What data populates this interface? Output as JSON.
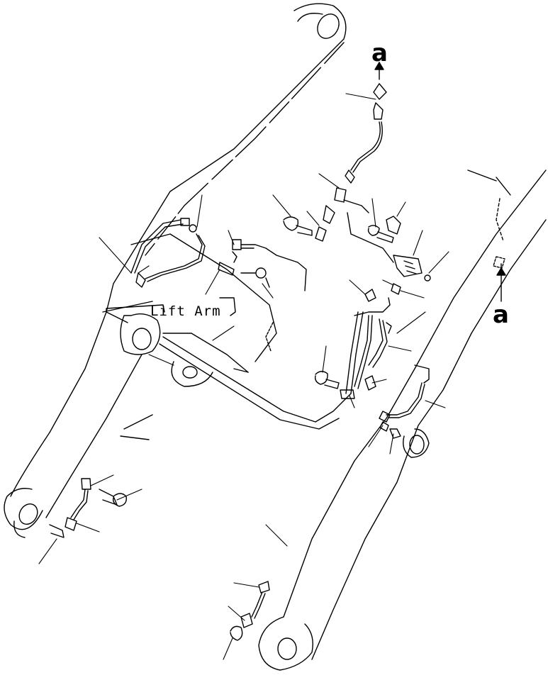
{
  "labels": {
    "main": "Lift Arm",
    "ref_top": "a",
    "ref_right": "a"
  },
  "colors": {
    "ink": "#000000",
    "paper": "#ffffff"
  }
}
